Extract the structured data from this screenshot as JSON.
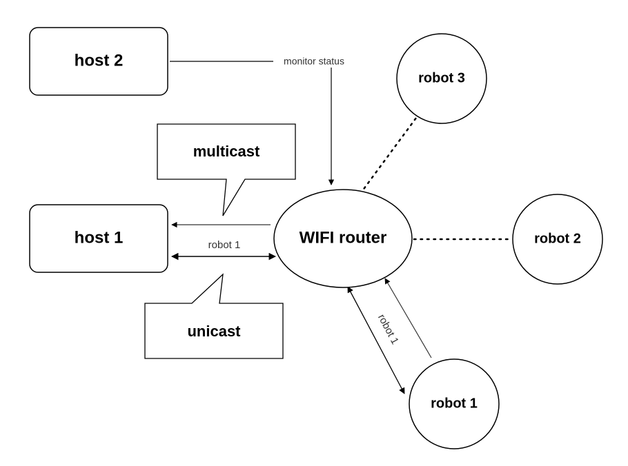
{
  "nodes": {
    "host2": "host 2",
    "host1": "host 1",
    "router": "WIFI router",
    "robot3": "robot 3",
    "robot2": "robot 2",
    "robot1": "robot 1"
  },
  "callouts": {
    "multicast": "multicast",
    "unicast": "unicast"
  },
  "edge_labels": {
    "monitor_status": "monitor status",
    "host1_robot1": "robot 1",
    "router_robot1": "robot 1"
  },
  "colors": {
    "stroke": "#000000",
    "edge_text": "#333333",
    "background": "#ffffff"
  }
}
